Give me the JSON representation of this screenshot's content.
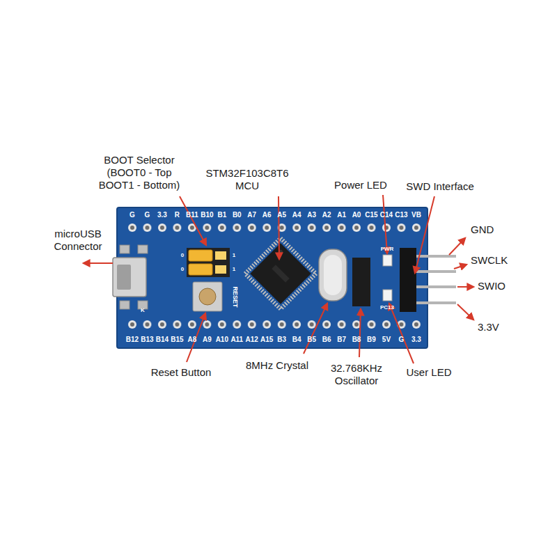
{
  "diagram": {
    "labels": [
      "BOOT Selector (BOOT0 - Top BOOT1 - Bottom)",
      "STM32F103C8T6 MCU",
      "Power LED",
      "SWD Interface",
      "microUSB Connector",
      "GND",
      "SWCLK",
      "SWIO",
      "3.3V",
      "Reset Button",
      "8MHz Crystal",
      "32.768KHz Oscillator",
      "User LED",
      "G",
      "G",
      "3.3",
      "R",
      "B11",
      "B10",
      "B1",
      "B0",
      "A7",
      "A6",
      "A5",
      "A4",
      "A3",
      "A2",
      "A1",
      "A0",
      "C15",
      "C14",
      "C13",
      "VB",
      "B12",
      "B13",
      "B14",
      "B15",
      "A8",
      "A9",
      "A10",
      "A11",
      "A12",
      "A15",
      "B3",
      "B4",
      "B5",
      "B6",
      "B7",
      "B8",
      "B9",
      "5V",
      "G",
      "3.3",
      "RESET",
      "PWR",
      "PC13",
      "K",
      "0",
      "1",
      "0",
      "1"
    ]
  }
}
